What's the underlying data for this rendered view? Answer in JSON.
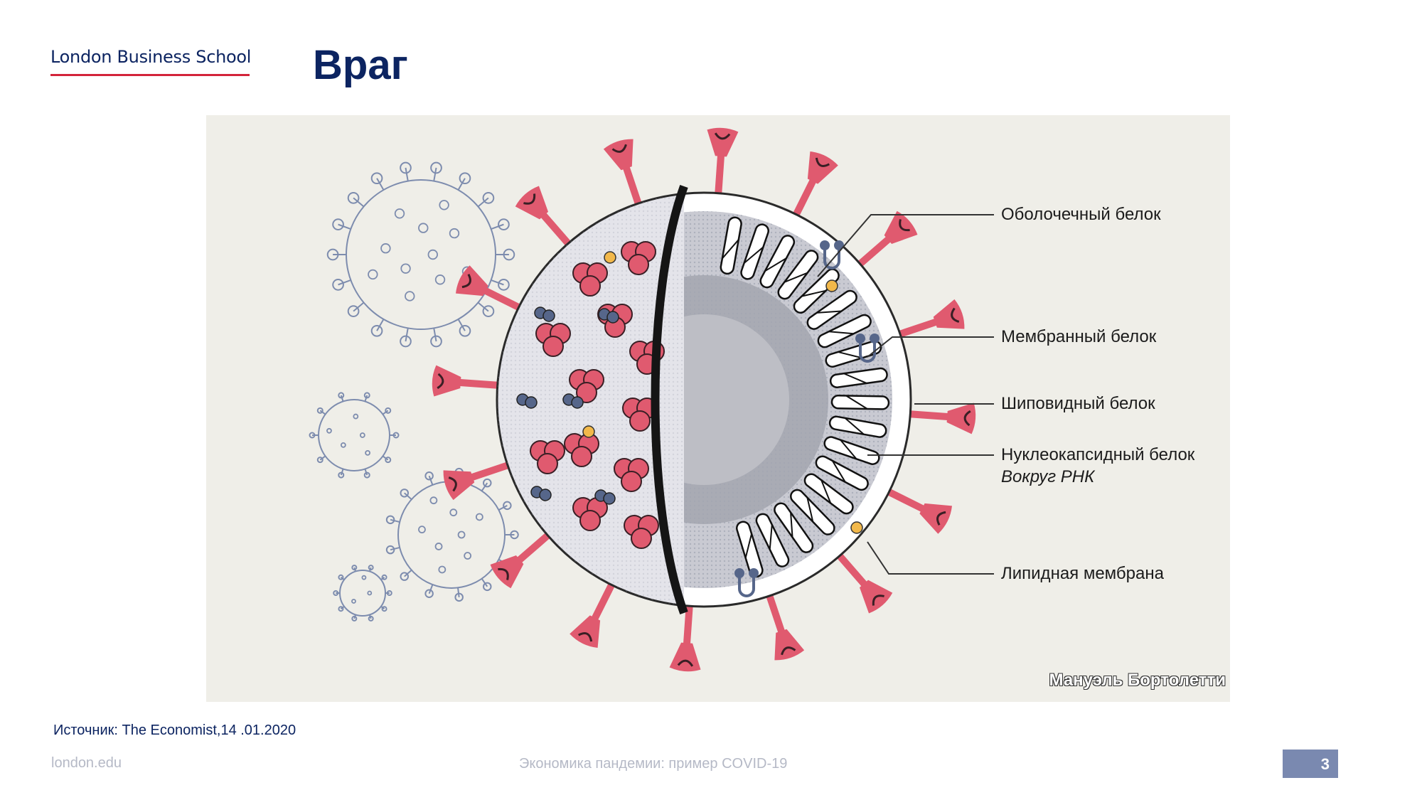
{
  "header": {
    "logo_text": "London Business School",
    "title": "Враг"
  },
  "figure": {
    "labels": {
      "envelope_protein": "Оболочечный белок",
      "membrane_protein": "Мембранный белок",
      "spike_protein": "Шиповидный белок",
      "nucleocapsid_protein": "Нуклеокапсидный белок",
      "nucleocapsid_sub": "Вокруг РНК",
      "lipid_membrane": "Липидная мембрана"
    },
    "credit": "Мануэль Бортолетти",
    "colors": {
      "background": "#efeee8",
      "spike": "#e05a6f",
      "spike_dark": "#3a1f25",
      "membrane_protein": "#56668a",
      "envelope_protein": "#f2b84a",
      "outline_virus": "#7d8cae"
    }
  },
  "footer": {
    "source": "Источник: The Economist,14 .01.2020",
    "website": "london.edu",
    "course": "Экономика пандемии: пример COVID-19",
    "page_number": "3"
  }
}
